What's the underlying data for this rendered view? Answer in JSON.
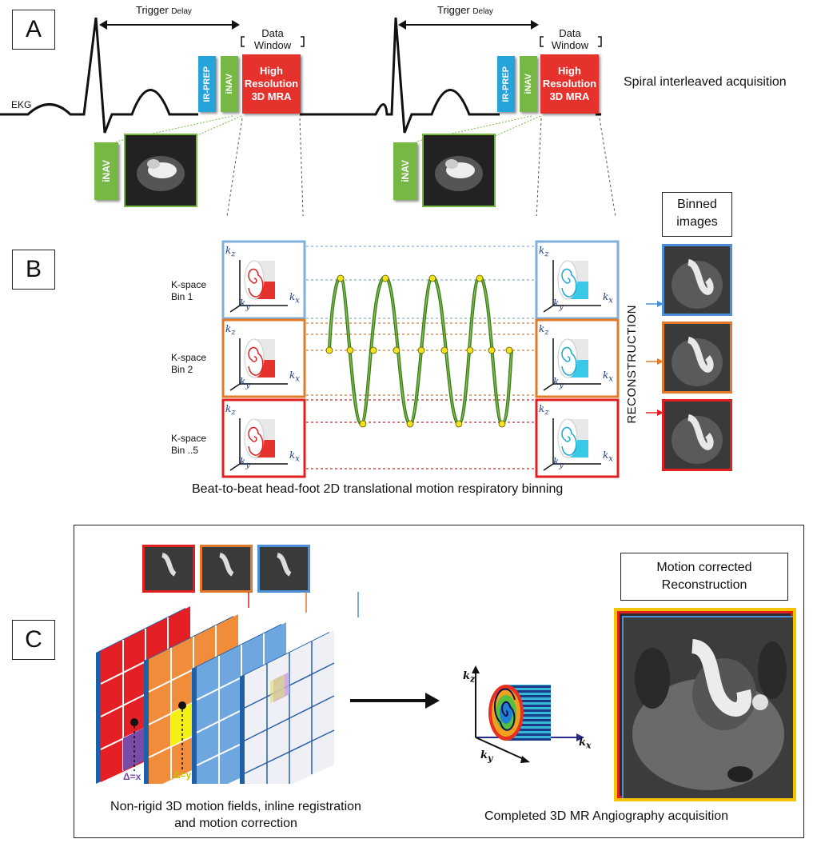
{
  "panels": {
    "a": "A",
    "b": "B",
    "c": "C"
  },
  "ekg": {
    "label": "EKG"
  },
  "trigger": {
    "main": "Trigger",
    "sub": "Delay"
  },
  "data_window": {
    "line1": "Data",
    "line2": "Window"
  },
  "blocks": {
    "ir_prep": "IR-PREP",
    "inav": "iNAV",
    "hr_line1": "High",
    "hr_line2": "Resolution",
    "hr_line3": "3D MRA"
  },
  "spiral_note": "Spiral interleaved acquisition",
  "binned": {
    "line1": "Binned",
    "line2": "images"
  },
  "kspace": [
    {
      "line1": "K-space",
      "line2": "Bin 1"
    },
    {
      "line1": "K-space",
      "line2": "Bin 2"
    },
    {
      "line1": "K-space",
      "line2": "Bin ..5"
    }
  ],
  "axes": {
    "kz": "k",
    "kz_sub": "z",
    "ky": "k",
    "ky_sub": "y",
    "kx": "k",
    "kx_sub": "x"
  },
  "reconstruction": "RECONSTRUCTION",
  "binning_caption": "Beat-to-beat head-foot  2D translational motion respiratory binning",
  "motion_corrected": {
    "line1": "Motion corrected",
    "line2": "Reconstruction"
  },
  "deltas": {
    "x": "Δ=x",
    "y": "Δ=y"
  },
  "caption_c_left": {
    "line1": "Non-rigid 3D motion fields, inline registration",
    "line2": "and motion correction"
  },
  "caption_c_right": "Completed  3D MR Angiography acquisition",
  "colors": {
    "bin1": "#7fb0dc",
    "bin2": "#e07a2a",
    "bin3": "#e02020",
    "inav": "#76b843",
    "ir_prep": "#27a3dc",
    "mra": "#e5322d",
    "wave": "#3d7a1e",
    "dot": "#f2e21d"
  }
}
